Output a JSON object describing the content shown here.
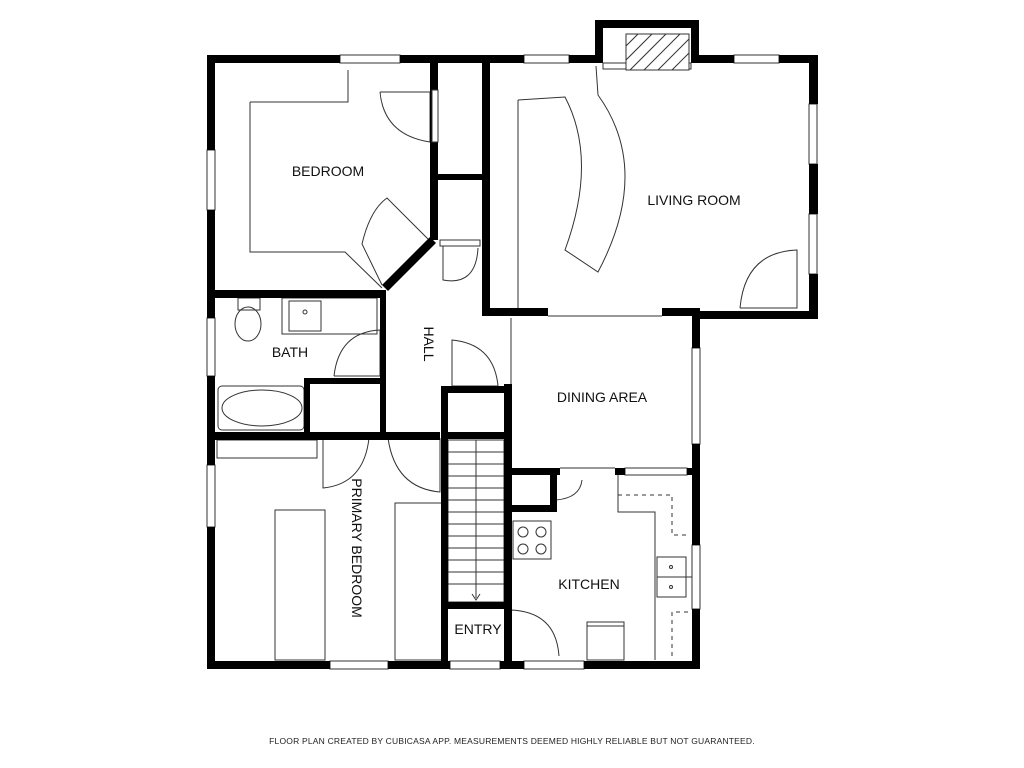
{
  "rooms": {
    "bedroom": "BEDROOM",
    "living_room": "LIVING ROOM",
    "bath": "BATH",
    "hall": "HALL",
    "dining_area": "DINING AREA",
    "primary_bedroom": "PRIMARY BEDROOM",
    "kitchen": "KITCHEN",
    "entry": "ENTRY"
  },
  "footer": "FLOOR PLAN CREATED BY CUBICASA APP. MEASUREMENTS DEEMED HIGHLY RELIABLE BUT NOT GUARANTEED.",
  "colors": {
    "wall": "#000000",
    "line": "#333333",
    "background": "#ffffff"
  }
}
